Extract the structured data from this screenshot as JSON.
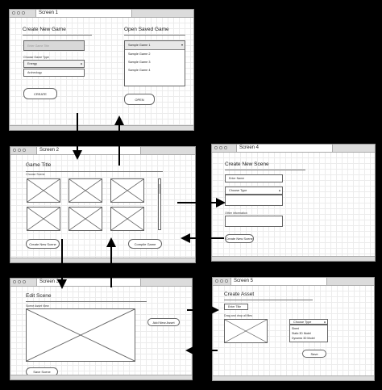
{
  "screen1": {
    "tab": "Screen 1",
    "create_title": "Create New Game",
    "title_placeholder": "Enter Game Title",
    "game_type_label": "Choose Game Type",
    "game_type_selected": "Energy",
    "game_type_option": "Archeology",
    "create_button": "CREATE",
    "open_title": "Open Saved Game",
    "saved_games": [
      "Sample Game 1",
      "Sample Game 2",
      "Sample Game 3",
      "Sample Game 4"
    ],
    "open_button": "OPEN"
  },
  "screen2": {
    "tab": "Screen 2",
    "title": "Game Title",
    "scene_label": "Choose Scene",
    "create_scene_button": "Create New Scene",
    "compile_button": "Compile Game"
  },
  "screen3": {
    "tab": "Screen 3",
    "title": "Edit Scene",
    "canvas_label": "Scene Asset View",
    "add_asset_button": "Add New Asset",
    "save_button": "Save Scene"
  },
  "screen4": {
    "tab": "Screen 4",
    "title": "Create New Scene",
    "name_placeholder": "Enter Name",
    "type_label": "Choose Type",
    "other_label": "Other information",
    "create_button": "Create New Scene"
  },
  "screen5": {
    "tab": "Screen 5",
    "title": "Create Asset",
    "title_placeholder": "Enter Title",
    "drag_label": "Drag and drop all files",
    "type_select": "Choose Type",
    "type_options": [
      "Sheet",
      "Static 3D Model",
      "Dynamic 3D Model"
    ],
    "save_button": "Save"
  }
}
